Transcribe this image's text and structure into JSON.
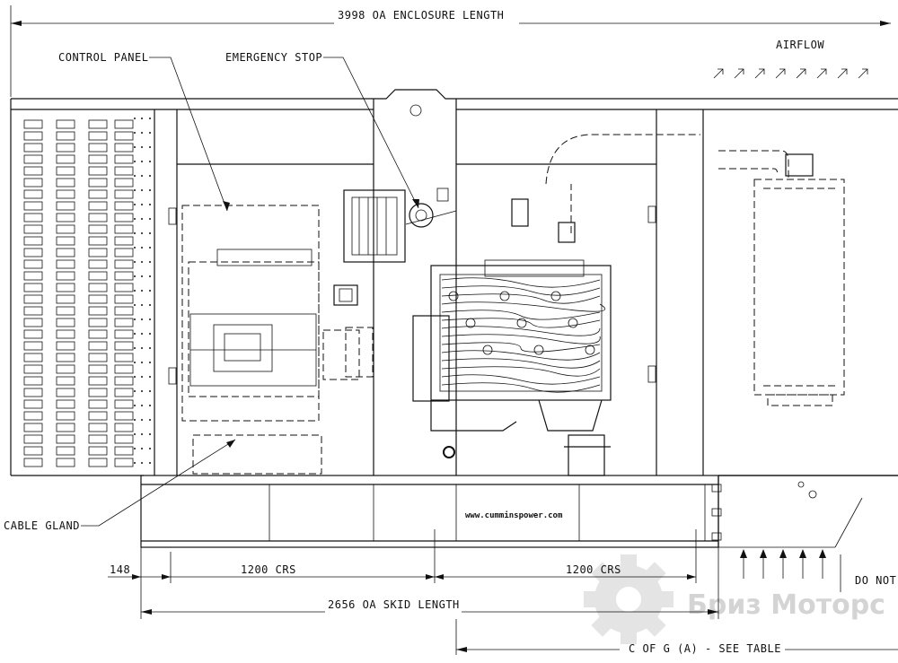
{
  "dimensions": {
    "enclosure_length": "3998  OA ENCLOSURE LENGTH",
    "left_offset": "148",
    "crs_left": "1200 CRS",
    "crs_right": "1200 CRS",
    "skid_length": "2656 OA SKID LENGTH",
    "center_of_gravity": "C OF G (A) - SEE TABLE"
  },
  "callouts": {
    "control_panel": "CONTROL PANEL",
    "emergency_stop": "EMERGENCY STOP",
    "cable_gland": "CABLE GLAND",
    "airflow": "AIRFLOW",
    "do_not": "DO NOT"
  },
  "skid_text": "www.cumminspower.com",
  "watermark": "Бриз Моторс"
}
